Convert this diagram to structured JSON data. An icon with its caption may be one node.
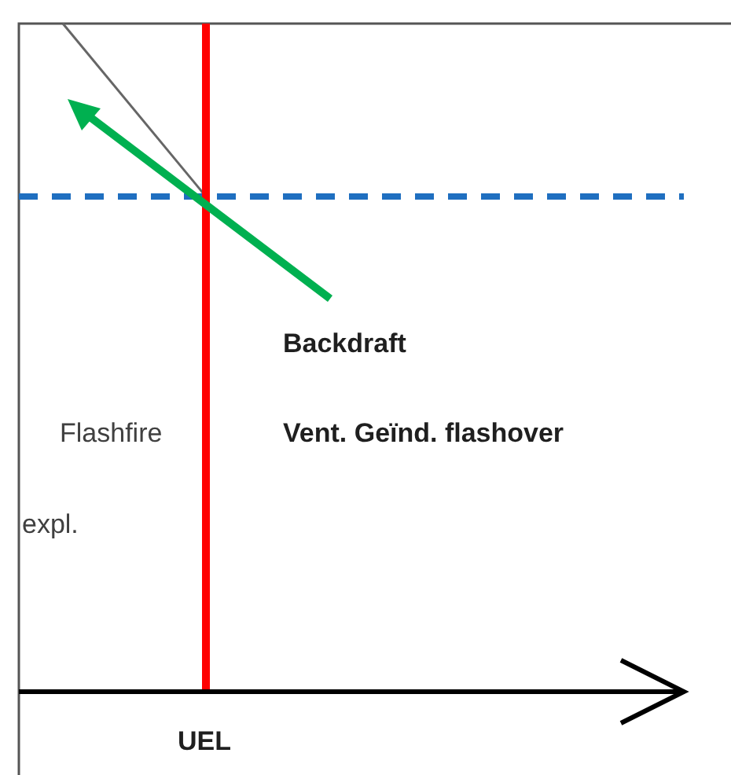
{
  "diagram": {
    "labels": [
      "Backdraft",
      "Flashfire",
      "Vent. Geïnd. flashover",
      "expl.",
      "UEL"
    ]
  }
}
